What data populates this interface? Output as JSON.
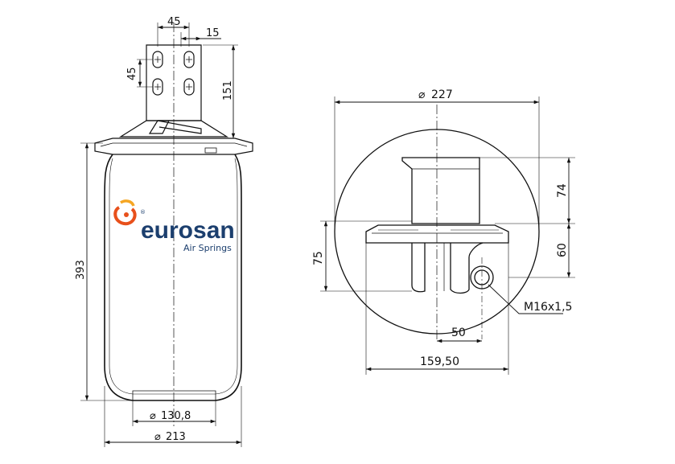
{
  "brand": {
    "name": "eurosan",
    "tagline": "Air Springs",
    "registered": "®",
    "colors": {
      "navy": "#1c3f6e",
      "orange": "#e8501b",
      "amber": "#f5a623"
    },
    "icon": "eurosan-swirl-logo-icon"
  },
  "side_view": {
    "dims": {
      "stud_spacing_horizontal": "45",
      "stud_offset": "15",
      "stud_spacing_vertical": "45",
      "bracket_height": "151",
      "total_height": "393",
      "piston_diameter": "130,8",
      "bellow_diameter": "213"
    }
  },
  "top_view": {
    "dims": {
      "outer_diameter": "227",
      "bracket_depth": "74",
      "bracket_offset": "60",
      "base_offset": "75",
      "port_offset": "50",
      "base_width": "159,50",
      "port_thread": "M16x1,5"
    }
  },
  "symbols": {
    "diameter": "⌀"
  }
}
